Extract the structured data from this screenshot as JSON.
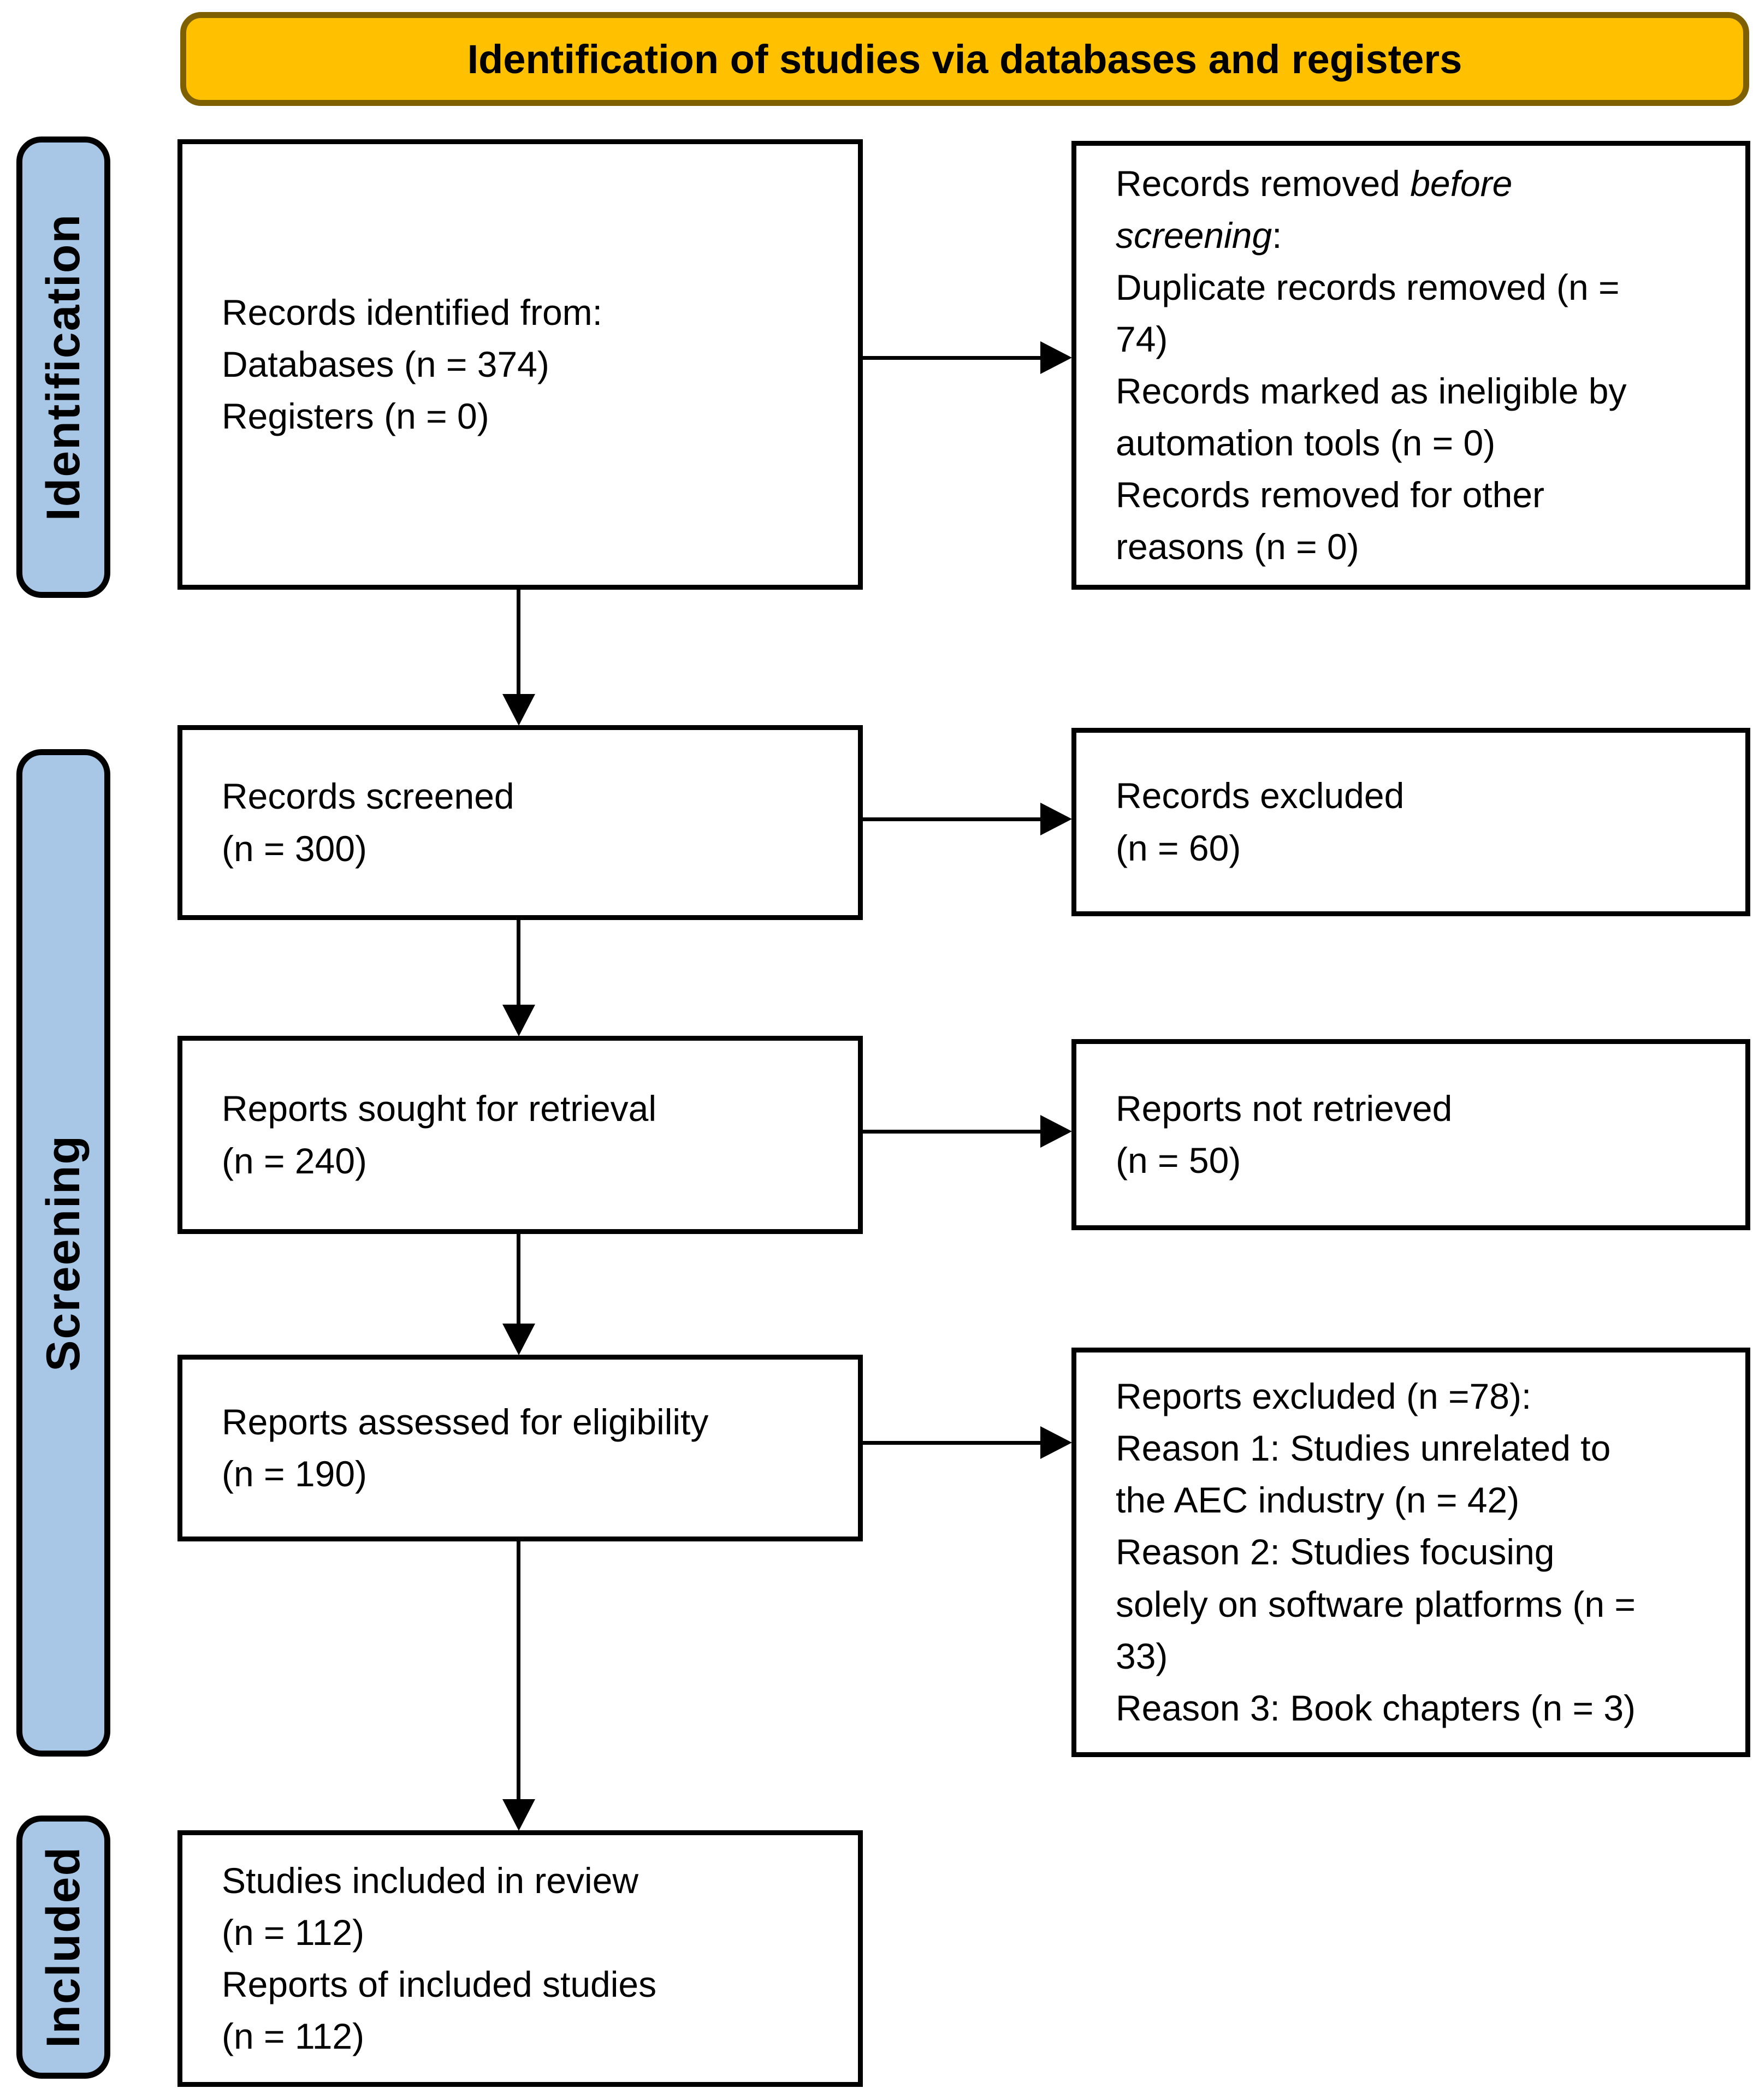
{
  "title": "Identification of studies via databases and registers",
  "stage_labels": {
    "identification": "Identification",
    "screening": "Screening",
    "included": "Included"
  },
  "boxes": {
    "identified": {
      "text": "Records identified from:\nDatabases (n = 374)\nRegisters (n = 0)"
    },
    "removed_before_screening": {
      "prefix": "Records removed ",
      "italic": "before\nscreening",
      "rest": ":\nDuplicate records removed (n =\n74)\nRecords marked as ineligible by\nautomation tools (n = 0)\nRecords removed for other\nreasons (n = 0)"
    },
    "screened": {
      "text": "Records screened\n(n = 300)"
    },
    "excluded": {
      "text": "Records excluded\n(n = 60)"
    },
    "sought": {
      "text": "Reports sought for retrieval\n(n = 240)"
    },
    "not_retrieved": {
      "text": "Reports not retrieved\n(n = 50)"
    },
    "assessed": {
      "text": "Reports assessed for eligibility\n(n = 190)"
    },
    "reports_excluded": {
      "text": "Reports excluded (n =78):\nReason 1: Studies unrelated to\nthe AEC industry (n = 42)\nReason 2: Studies focusing\nsolely on software platforms (n =\n33)\nReason 3: Book chapters (n = 3)"
    },
    "included": {
      "text": "Studies included in review\n(n = 112)\nReports of included studies\n(n = 112)"
    }
  },
  "counts": {
    "databases": 374,
    "registers": 0,
    "duplicates_removed": 74,
    "automation_ineligible": 0,
    "other_reasons_removed": 0,
    "records_screened": 300,
    "records_excluded": 60,
    "reports_sought": 240,
    "reports_not_retrieved": 50,
    "reports_assessed": 190,
    "reports_excluded_total": 78,
    "reason1_unrelated_aec": 42,
    "reason2_software_platforms": 33,
    "reason3_book_chapters": 3,
    "studies_included": 112,
    "reports_of_included": 112
  },
  "colors": {
    "banner_fill": "#FFC000",
    "banner_border": "#7F6000",
    "stage_fill": "#A8C6E6",
    "line_color": "#000000"
  }
}
